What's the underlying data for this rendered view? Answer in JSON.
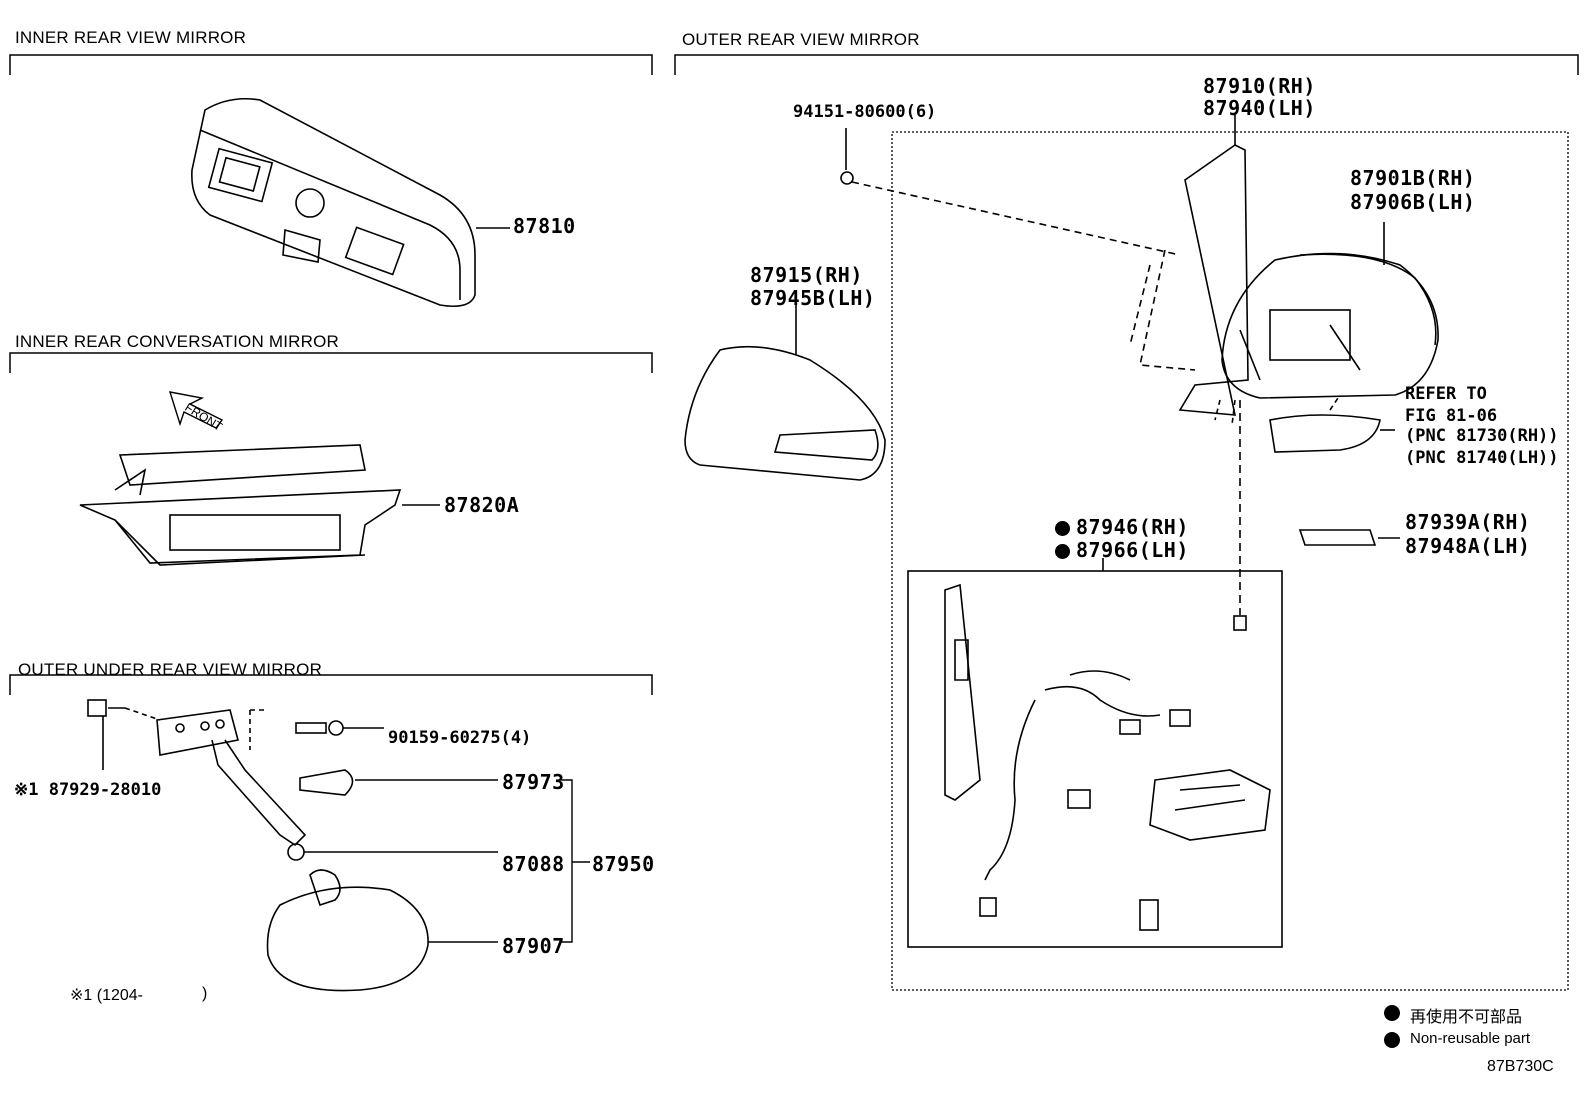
{
  "sections": {
    "inner_rear_view": "INNER REAR VIEW MIRROR",
    "outer_rear_view": "OUTER REAR VIEW MIRROR",
    "inner_rear_conversation": "INNER REAR CONVERSATION MIRROR",
    "outer_under_rear_view": "OUTER UNDER REAR VIEW MIRROR"
  },
  "parts": {
    "p87810": "87810",
    "p87820A": "87820A",
    "front_label": "FRONT",
    "p90159": "90159-60275(4)",
    "p87929": "※1 87929-28010",
    "p87973": "87973",
    "p87088": "87088",
    "p87950": "87950",
    "p87907": "87907",
    "note1": "※1 (1204-",
    "note1_close": ")",
    "p94151": "94151-80600(6)",
    "p87910_rh": "87910(RH)",
    "p87940_lh": "87940(LH)",
    "p87901B_rh": "87901B(RH)",
    "p87906B_lh": "87906B(LH)",
    "p87915_rh": "87915(RH)",
    "p87945B_lh": "87945B(LH)",
    "refer1": "REFER TO",
    "refer2": "FIG 81-06",
    "refer3": "(PNC 81730(RH))",
    "refer4": "(PNC 81740(LH))",
    "p87939A_rh": "87939A(RH)",
    "p87948A_lh": "87948A(LH)",
    "p87946_rh": "87946(RH)",
    "p87966_lh": "87966(LH)"
  },
  "legend": {
    "jp": "再使用不可部品",
    "en": "Non-reusable part"
  },
  "figure_id": "87B730C"
}
